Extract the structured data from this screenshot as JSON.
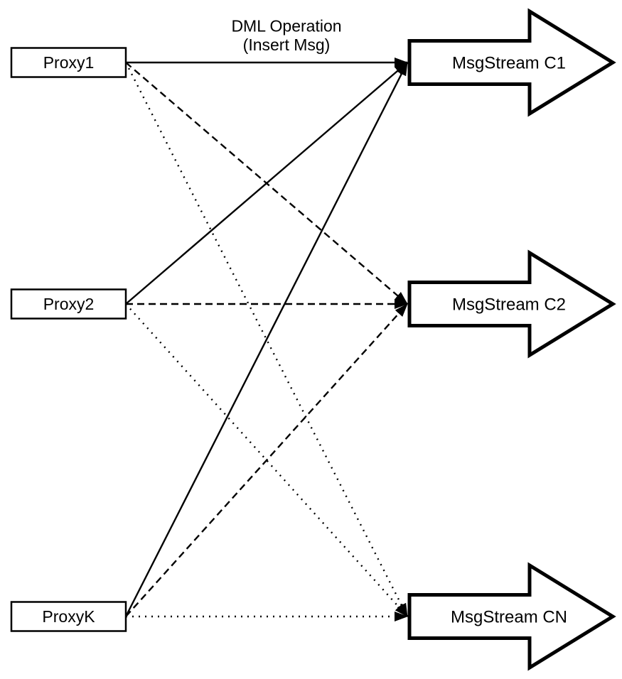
{
  "title": {
    "line1": "DML Operation",
    "line2": "(Insert Msg)"
  },
  "proxies": [
    {
      "id": "proxy1",
      "label": "Proxy1"
    },
    {
      "id": "proxy2",
      "label": "Proxy2"
    },
    {
      "id": "proxyk",
      "label": "ProxyK"
    }
  ],
  "streams": [
    {
      "id": "c1",
      "label": "MsgStream C1"
    },
    {
      "id": "c2",
      "label": "MsgStream C2"
    },
    {
      "id": "cn",
      "label": "MsgStream CN"
    }
  ],
  "edges": [
    {
      "from": "proxy1",
      "to": "c1",
      "style": "solid"
    },
    {
      "from": "proxy1",
      "to": "c2",
      "style": "dashed"
    },
    {
      "from": "proxy1",
      "to": "cn",
      "style": "dotted"
    },
    {
      "from": "proxy2",
      "to": "c1",
      "style": "solid"
    },
    {
      "from": "proxy2",
      "to": "c2",
      "style": "dashed"
    },
    {
      "from": "proxy2",
      "to": "cn",
      "style": "dotted"
    },
    {
      "from": "proxyk",
      "to": "c1",
      "style": "solid"
    },
    {
      "from": "proxyk",
      "to": "c2",
      "style": "dashed"
    },
    {
      "from": "proxyk",
      "to": "cn",
      "style": "dotted"
    }
  ],
  "colors": {
    "ink": "#000000",
    "paper": "#ffffff"
  }
}
